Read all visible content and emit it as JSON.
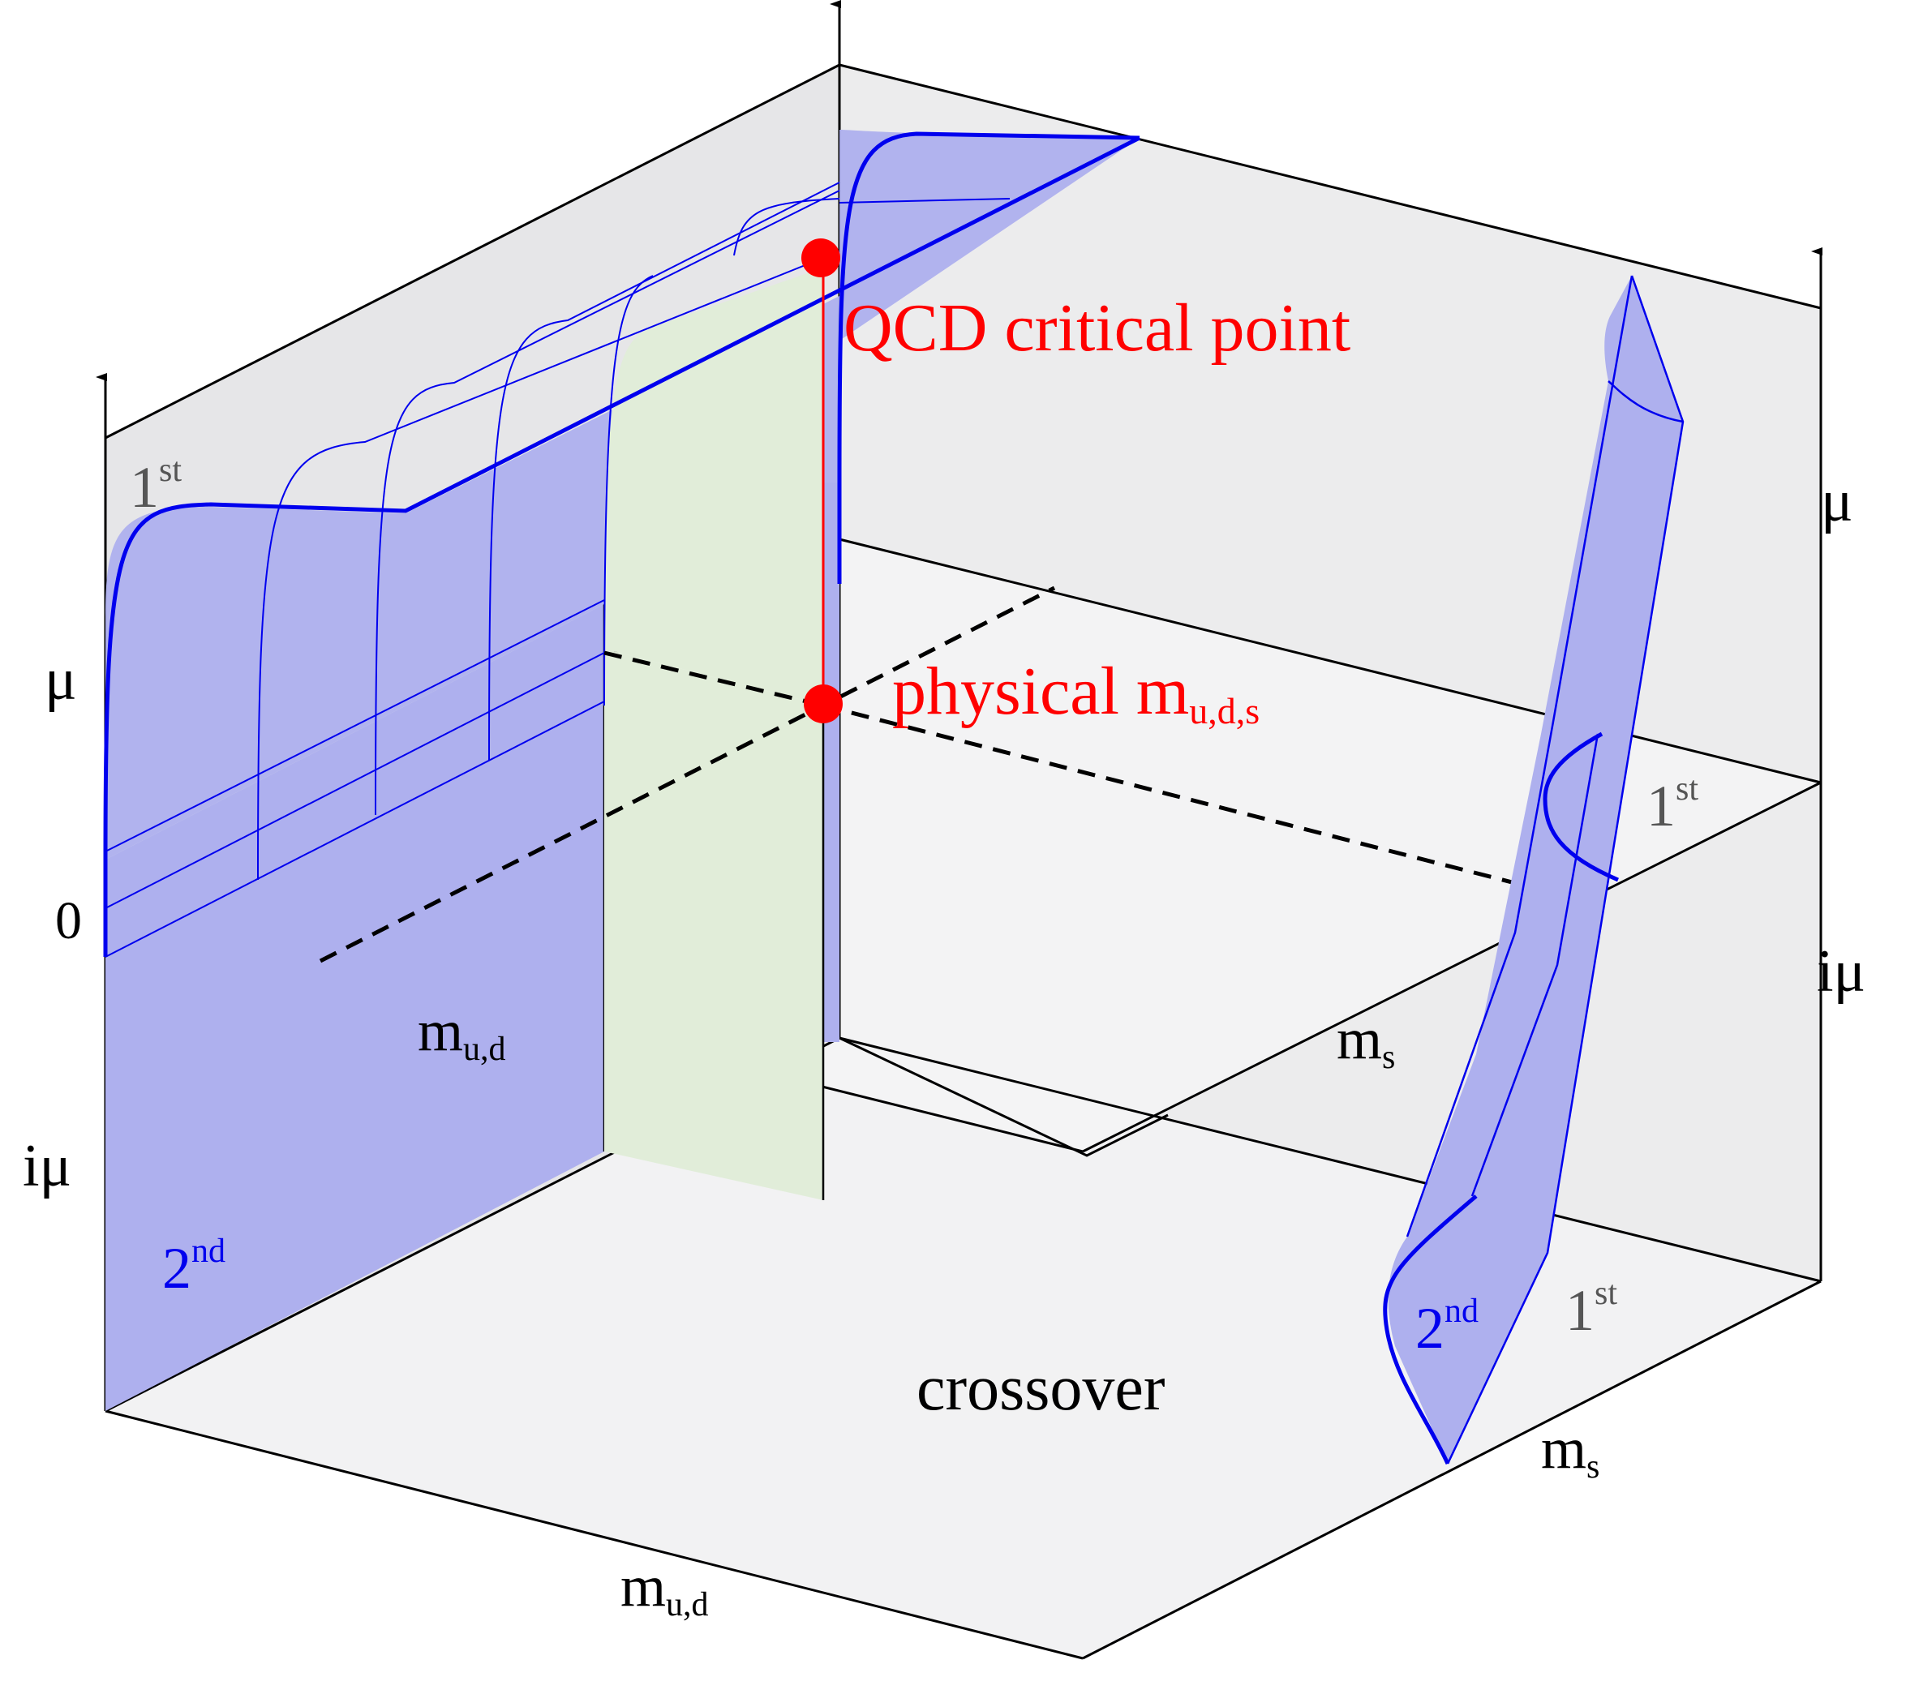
{
  "colors": {
    "box_face": "#e6e6e8",
    "floor_face": "#f1f1f2",
    "surface_blue": "#aeb0ee",
    "surface_green": "#e1edd9",
    "curve_blue": "#0000ee",
    "critical_red": "#ff0000",
    "edge_black": "#000000"
  },
  "labels": {
    "first_left": {
      "main": "1",
      "sup": "st"
    },
    "first_right_upper": {
      "main": "1",
      "sup": "st"
    },
    "first_right_lower": {
      "main": "1",
      "sup": "st"
    },
    "second_left": {
      "main": "2",
      "sup": "nd"
    },
    "second_right": {
      "main": "2",
      "sup": "nd"
    },
    "mu_left": "μ",
    "mu_right": "μ",
    "imu_left": "iμ",
    "imu_right": "iμ",
    "zero": "0",
    "mud_mid": {
      "main": "m",
      "sub": "u,d"
    },
    "mud_bottom": {
      "main": "m",
      "sub": "u,d"
    },
    "ms_mid": {
      "main": "m",
      "sub": "s"
    },
    "ms_bottom": {
      "main": "m",
      "sub": "s"
    },
    "crossover": "crossover",
    "qcd_critical_point": "QCD critical point",
    "physical_masses": {
      "main": "physical m",
      "sub": "u,d,s"
    }
  }
}
